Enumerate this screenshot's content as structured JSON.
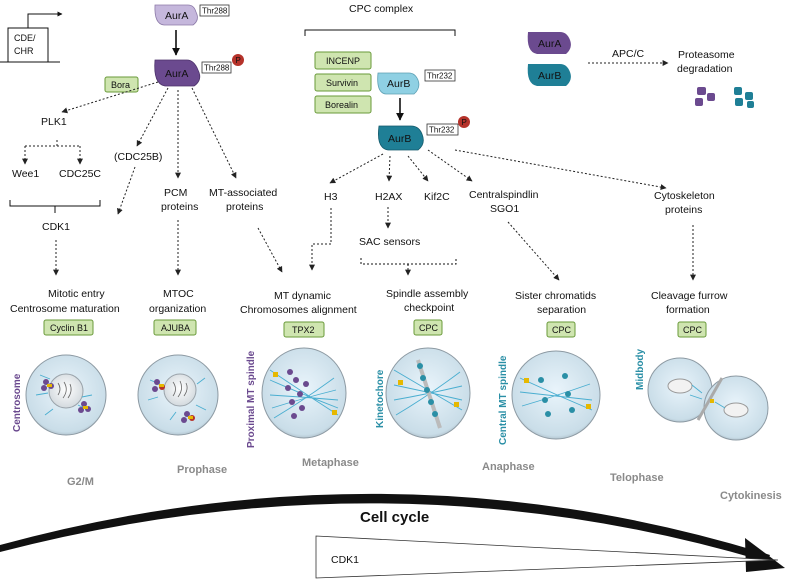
{
  "top": {
    "cde_chr": [
      "CDE/",
      "CHR"
    ],
    "aura_top": "AurA",
    "thr288_top": "Thr288",
    "aura_p": "AurA",
    "thr288_p": "Thr288",
    "p": "P",
    "bora": "Bora",
    "cpc_complex": "CPC complex",
    "cpc_members": [
      "INCENP",
      "Survivin",
      "Borealin"
    ],
    "aurb_top": "AurB",
    "thr232_top": "Thr232",
    "aurb_p": "AurB",
    "thr232_p": "Thr232",
    "apc_aura": "AurA",
    "apc_aurb": "AurB",
    "apc_c": "APC/C",
    "proteasome": [
      "Proteasome",
      "degradation"
    ]
  },
  "targets": {
    "plk1": "PLK1",
    "wee1": "Wee1",
    "cdc25c": "CDC25C",
    "cdc25b": "(CDC25B)",
    "cdk1": "CDK1",
    "pcm": [
      "PCM",
      "proteins"
    ],
    "mt_assoc": [
      "MT-associated",
      "proteins"
    ],
    "h3": "H3",
    "h2ax": "H2AX",
    "kif2c": "Kif2C",
    "centralspindlin": [
      "Centralspindlin",
      "SGO1"
    ],
    "cytoskeleton": [
      "Cytoskeleton",
      "proteins"
    ],
    "sac_sensors": "SAC sensors"
  },
  "processes": [
    {
      "lines": [
        "Mitotic entry",
        "Centrosome maturation"
      ],
      "box": "Cyclin B1"
    },
    {
      "lines": [
        "MTOC",
        "organization"
      ],
      "box": "AJUBA"
    },
    {
      "lines": [
        "MT dynamic",
        "Chromosomes alignment"
      ],
      "box": "TPX2"
    },
    {
      "lines": [
        "Spindle assembly",
        "checkpoint"
      ],
      "box": "CPC"
    },
    {
      "lines": [
        "Sister chromatids",
        "separation"
      ],
      "box": "CPC"
    },
    {
      "lines": [
        "Cleavage furrow",
        "formation"
      ],
      "box": "CPC"
    }
  ],
  "side_labels": {
    "centrosome": "Centrosome",
    "proximal": "Proximal MT spindle",
    "kinetochore": "Kinetochore",
    "central": "Central MT spindle",
    "midbody": "Midbody"
  },
  "phases": [
    "G2/M",
    "Prophase",
    "Metaphase",
    "Anaphase",
    "Telophase",
    "Cytokinesis"
  ],
  "cell_cycle": "Cell cycle",
  "cdk1_bottom": "CDK1",
  "colors": {
    "aura": "#6b4a8f",
    "aura_light": "#c5b7dc",
    "aurb": "#1f7f96",
    "aurb_light": "#8fd0e3",
    "green": "#cfe5b0",
    "phospho": "#b5322a",
    "purple_label": "#6b4a8f",
    "teal_label": "#2a8fa6"
  }
}
